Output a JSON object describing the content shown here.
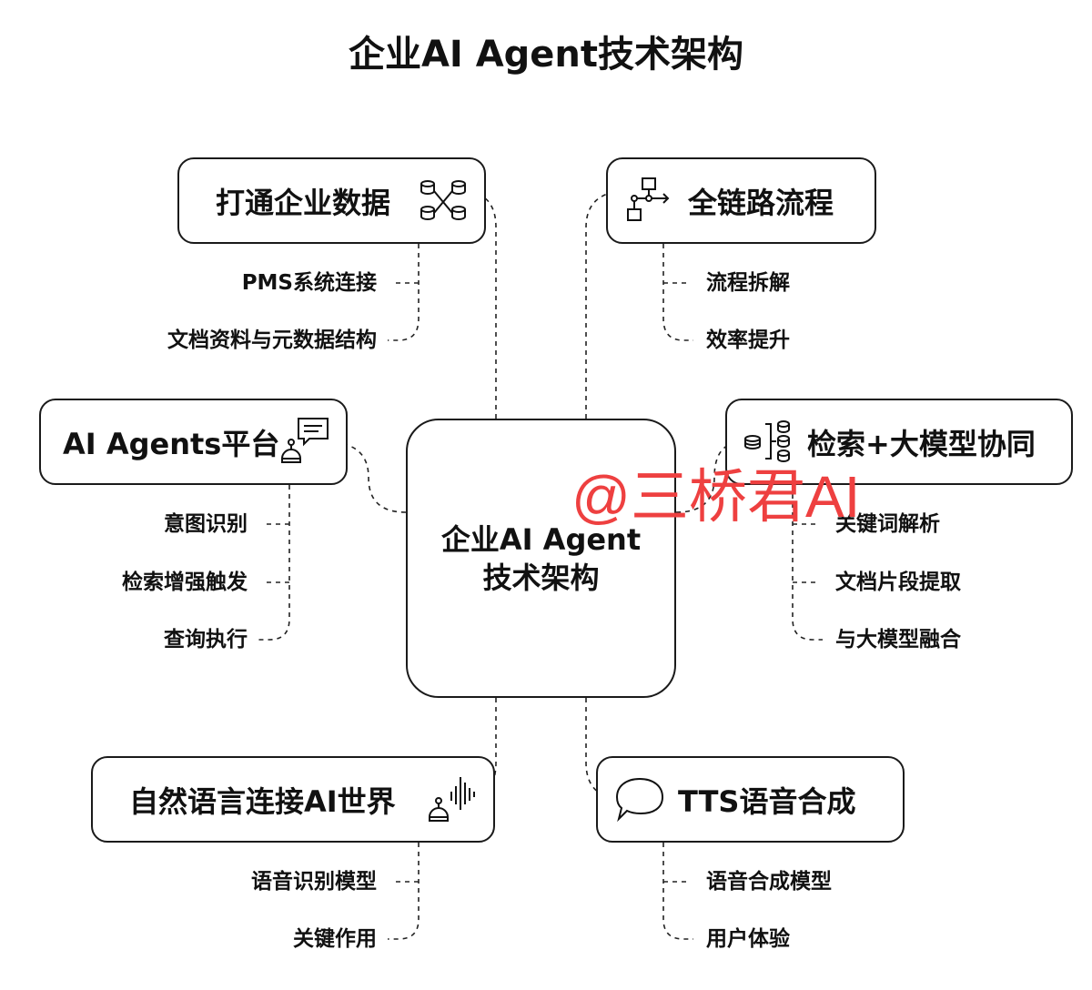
{
  "title": "企业AI Agent技术架构",
  "center": "企业AI Agent技术架构",
  "nodes": {
    "data": {
      "label": "打通企业数据",
      "children": [
        "PMS系统连接",
        "文档资料与元数据结构"
      ]
    },
    "process": {
      "label": "全链路流程",
      "children": [
        "流程拆解",
        "效率提升"
      ]
    },
    "agents": {
      "label": "AI Agents平台",
      "children": [
        "意图识别",
        "检索增强触发",
        "查询执行"
      ]
    },
    "retrieval": {
      "label": "检索+大模型协同",
      "children": [
        "关键词解析",
        "文档片段提取",
        "与大模型融合"
      ]
    },
    "nlp": {
      "label": "自然语言连接AI世界",
      "children": [
        "语音识别模型",
        "关键作用"
      ]
    },
    "tts": {
      "label": "TTS语音合成",
      "children": [
        "语音合成模型",
        "用户体验"
      ]
    }
  },
  "watermark": "@三桥君AI"
}
